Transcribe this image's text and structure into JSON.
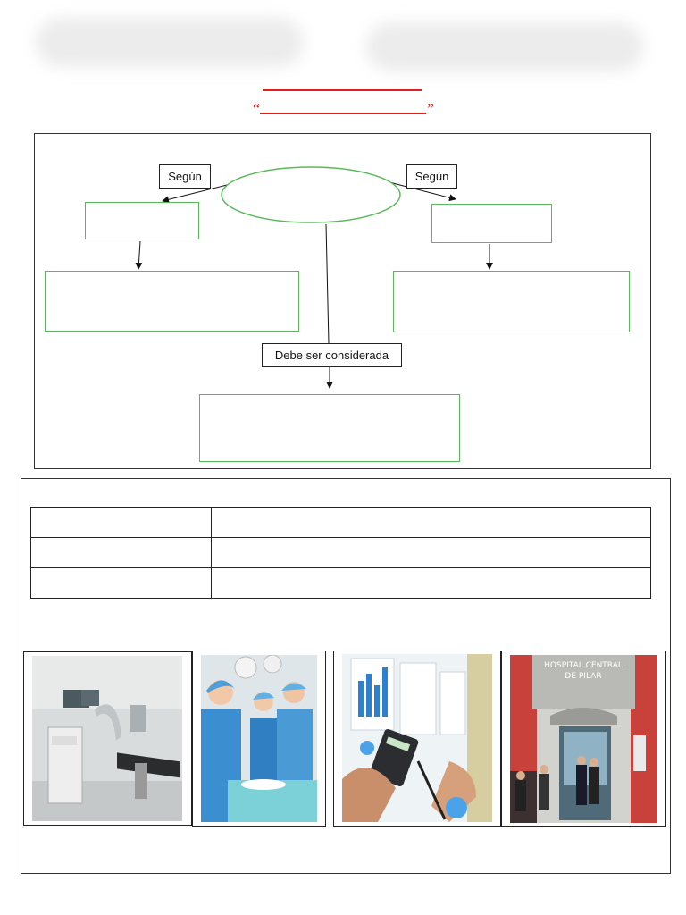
{
  "concept_map": {
    "left_connector_label": "Según",
    "right_connector_label": "Según",
    "bottom_connector_label": "Debe ser considerada"
  },
  "table": {
    "rows": [
      [
        "",
        ""
      ],
      [
        "",
        ""
      ],
      [
        "",
        ""
      ]
    ]
  },
  "images": [
    {
      "icon": "medical-imaging-room"
    },
    {
      "icon": "surgeons-operating"
    },
    {
      "icon": "financial-charts-calculator"
    },
    {
      "icon": "hospital-building-entrance",
      "sign_text": "HOSPITAL CENTRAL DE PILAR"
    }
  ],
  "colors": {
    "title_line": "#e02020",
    "box_border": "#5cb85c",
    "frame_border": "#333333"
  }
}
